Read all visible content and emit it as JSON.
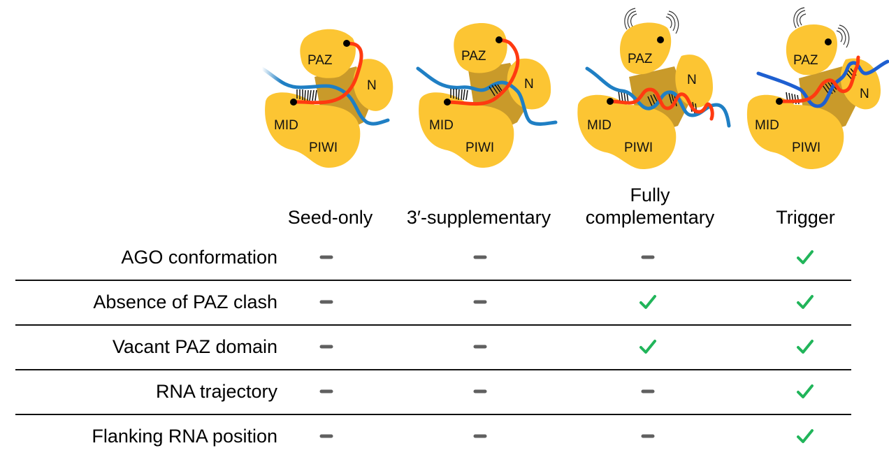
{
  "figure": {
    "panels": [
      {
        "id": "seed-only",
        "domains": {
          "paz": "PAZ",
          "n": "N",
          "mid": "MID",
          "piwi": "PIWI"
        }
      },
      {
        "id": "3-supplementary",
        "domains": {
          "paz": "PAZ",
          "n": "N",
          "mid": "MID",
          "piwi": "PIWI"
        }
      },
      {
        "id": "fully-complementary",
        "domains": {
          "paz": "PAZ",
          "n": "N",
          "mid": "MID",
          "piwi": "PIWI"
        }
      },
      {
        "id": "trigger",
        "domains": {
          "paz": "PAZ",
          "n": "N",
          "mid": "MID",
          "piwi": "PIWI"
        }
      }
    ],
    "colors": {
      "domain": "#FCC533",
      "core": "#C99A2A",
      "guide_rna": "#FF3A10",
      "target_rna": "#1F7FC4",
      "check": "#21B55A",
      "dash": "#606060"
    }
  },
  "table": {
    "columns": [
      {
        "line1": "",
        "line2": "Seed-only"
      },
      {
        "line1": "",
        "line2": "3′-supplementary"
      },
      {
        "line1": "Fully",
        "line2": "complementary"
      },
      {
        "line1": "",
        "line2": "Trigger"
      }
    ],
    "rows": [
      {
        "label": "AGO conformation",
        "values": [
          "dash",
          "dash",
          "dash",
          "check"
        ]
      },
      {
        "label": "Absence of PAZ clash",
        "values": [
          "dash",
          "dash",
          "check",
          "check"
        ]
      },
      {
        "label": "Vacant PAZ domain",
        "values": [
          "dash",
          "dash",
          "check",
          "check"
        ]
      },
      {
        "label": "RNA trajectory",
        "values": [
          "dash",
          "dash",
          "dash",
          "check"
        ]
      },
      {
        "label": "Flanking RNA position",
        "values": [
          "dash",
          "dash",
          "dash",
          "check"
        ]
      }
    ],
    "legend_icons": {
      "dash": "dash-icon",
      "check": "check-icon"
    }
  }
}
